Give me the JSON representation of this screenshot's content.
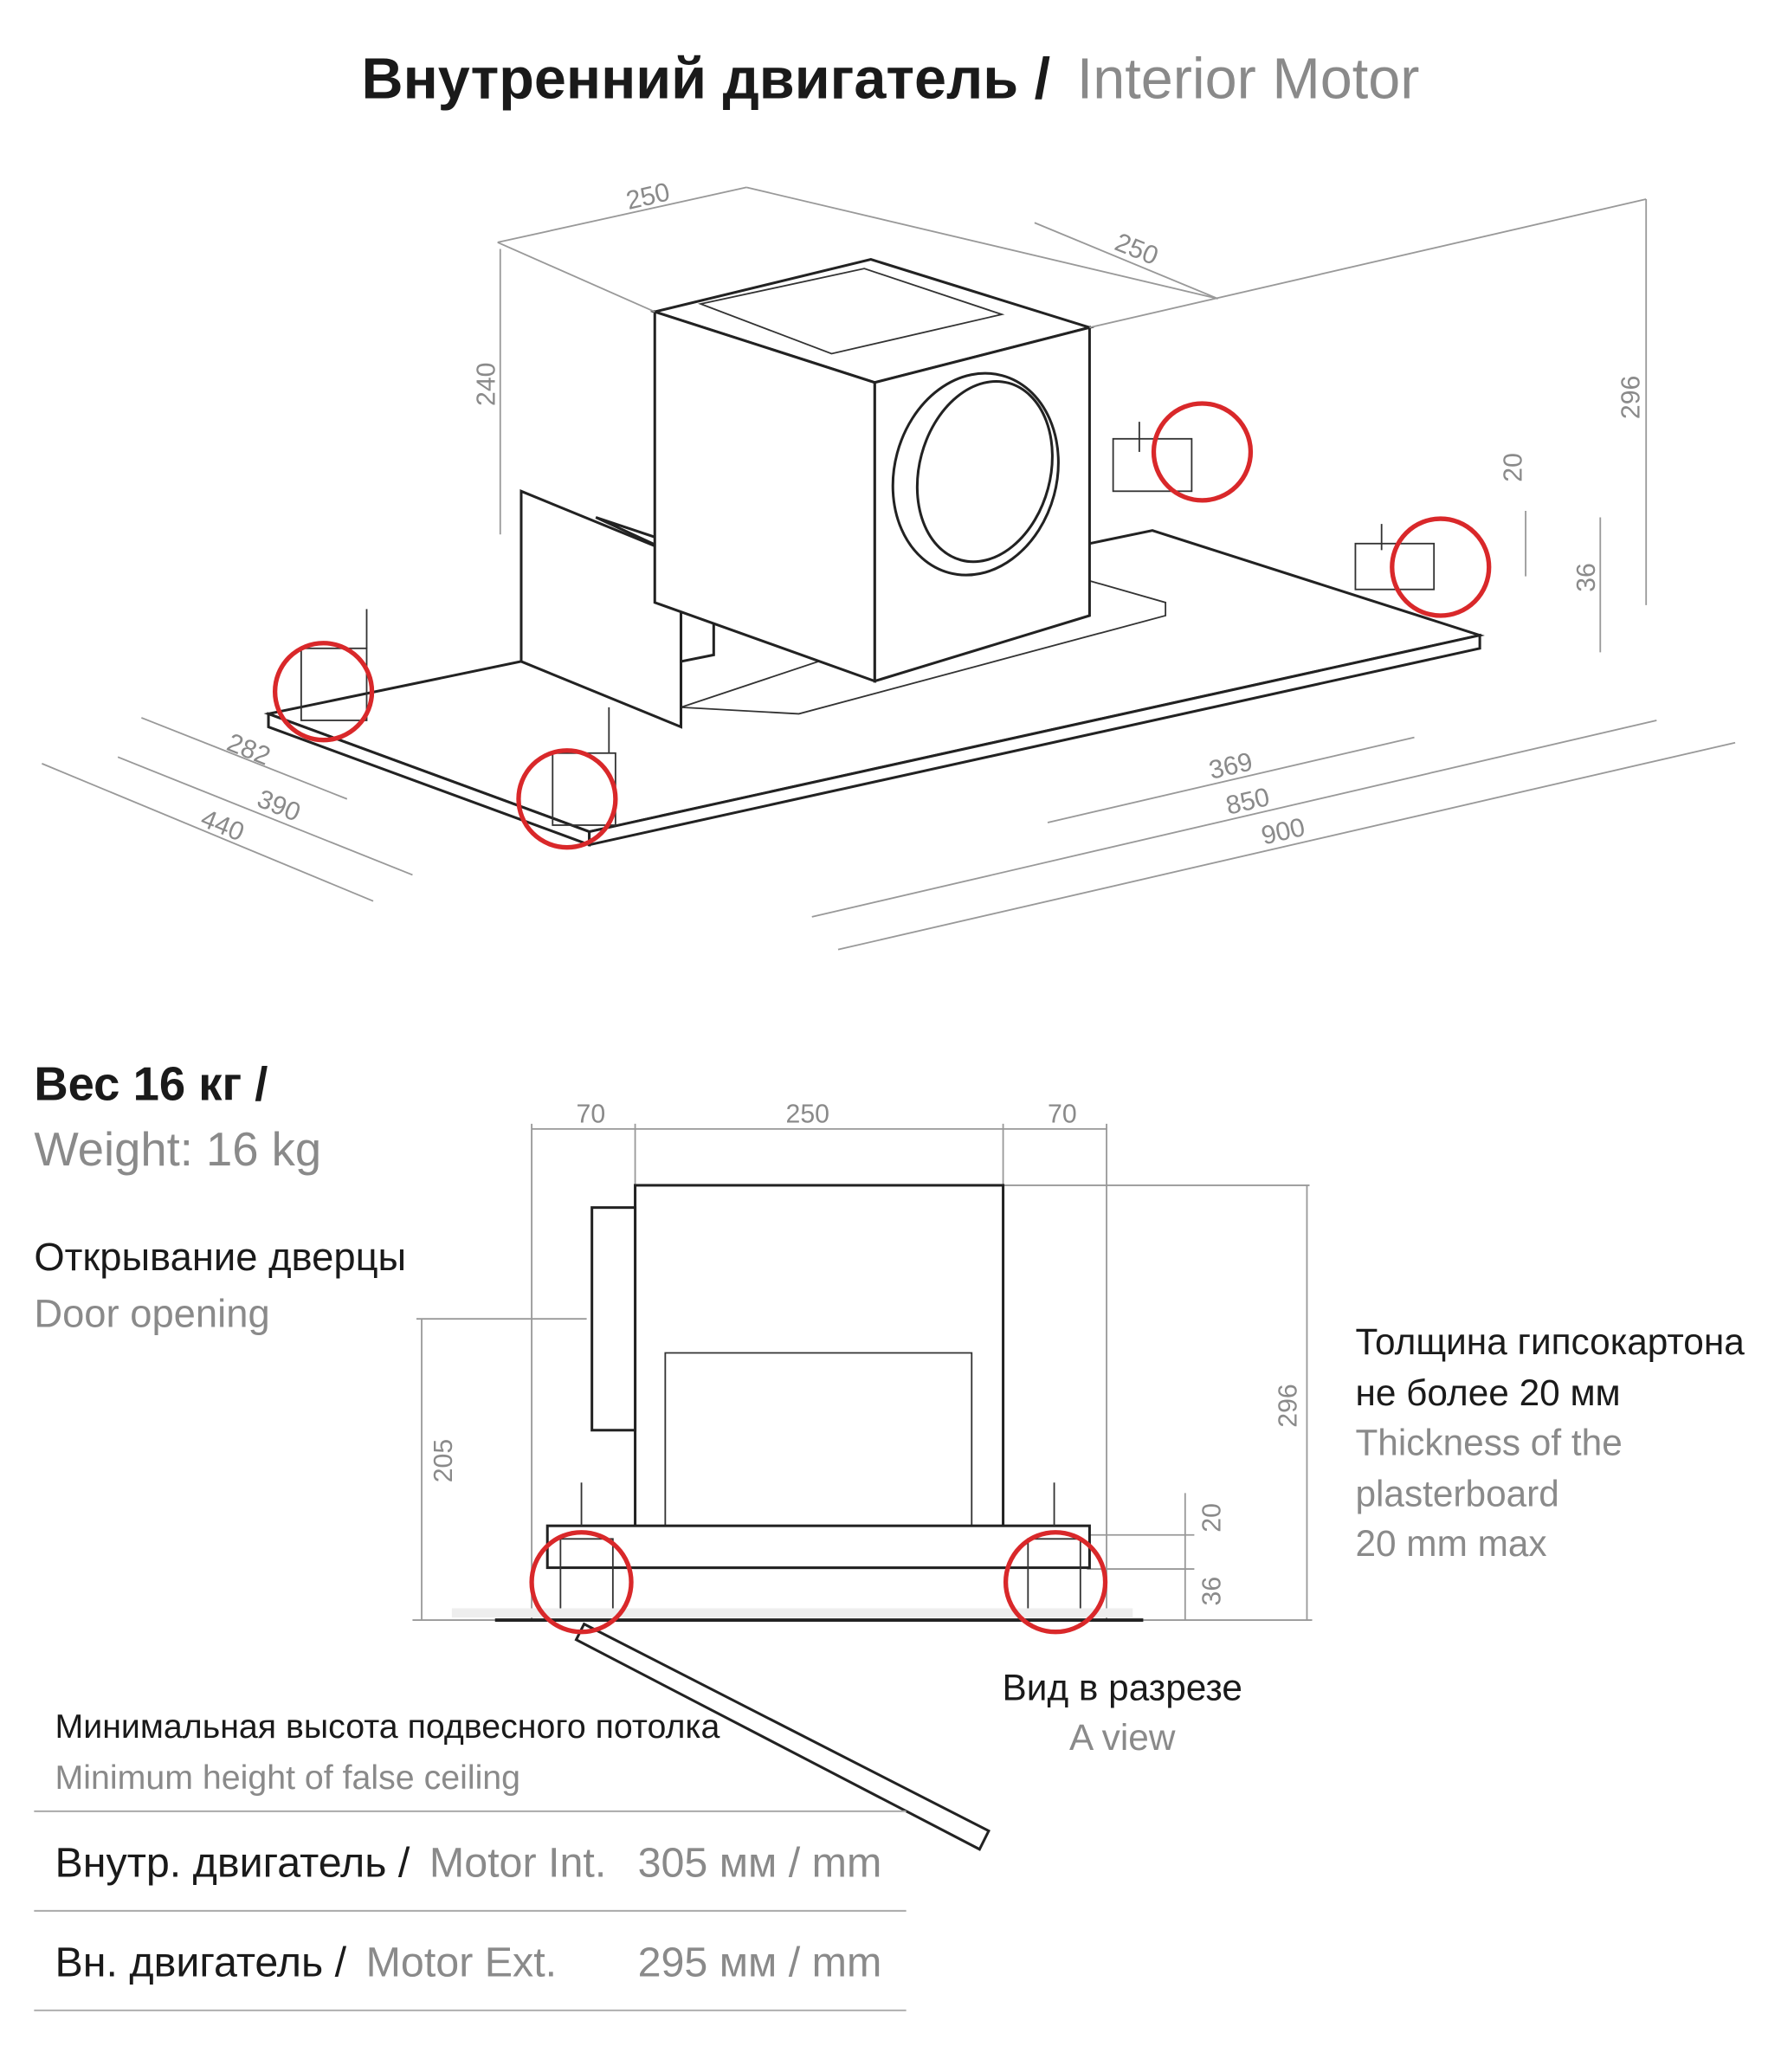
{
  "title": {
    "ru": "Внутренний двигатель /",
    "en": "Interior Motor"
  },
  "iso_dimensions": {
    "top_width": "250",
    "top_depth": "250",
    "box_height": "240",
    "total_height": "296",
    "plaster": "20",
    "frame": "36",
    "d282": "282",
    "d390": "390",
    "d440": "440",
    "d369": "369",
    "d850": "850",
    "d900": "900"
  },
  "weight": {
    "ru": "Вес 16 кг /",
    "en": "Weight: 16 kg"
  },
  "door": {
    "ru": "Открывание дверцы",
    "en": "Door opening"
  },
  "section_dimensions": {
    "left": "70",
    "center": "250",
    "right": "70",
    "height": "296",
    "door": "205",
    "plaster": "20",
    "frame": "36"
  },
  "plasterboard_note": {
    "ru_line1": "Толщина гипсокартона",
    "ru_line2": "не более 20 мм",
    "en_line1": "Thickness of the",
    "en_line2": "plasterboard",
    "en_line3": "20 mm max"
  },
  "section_view": {
    "ru": "Вид в разрезе",
    "en": "A view"
  },
  "min_height": {
    "ru": "Минимальная высота подвесного потолка",
    "en": "Minimum height of false ceiling",
    "rows": [
      {
        "ru": "Внутр. двигатель /",
        "en": "Motor Int.",
        "value": "305 мм / mm"
      },
      {
        "ru": "Вн. двигатель /",
        "en": "Motor Ext.",
        "value": "295 мм / mm"
      }
    ]
  },
  "colors": {
    "highlight": "#d9282a",
    "secondary_text": "#8a8a8a"
  }
}
